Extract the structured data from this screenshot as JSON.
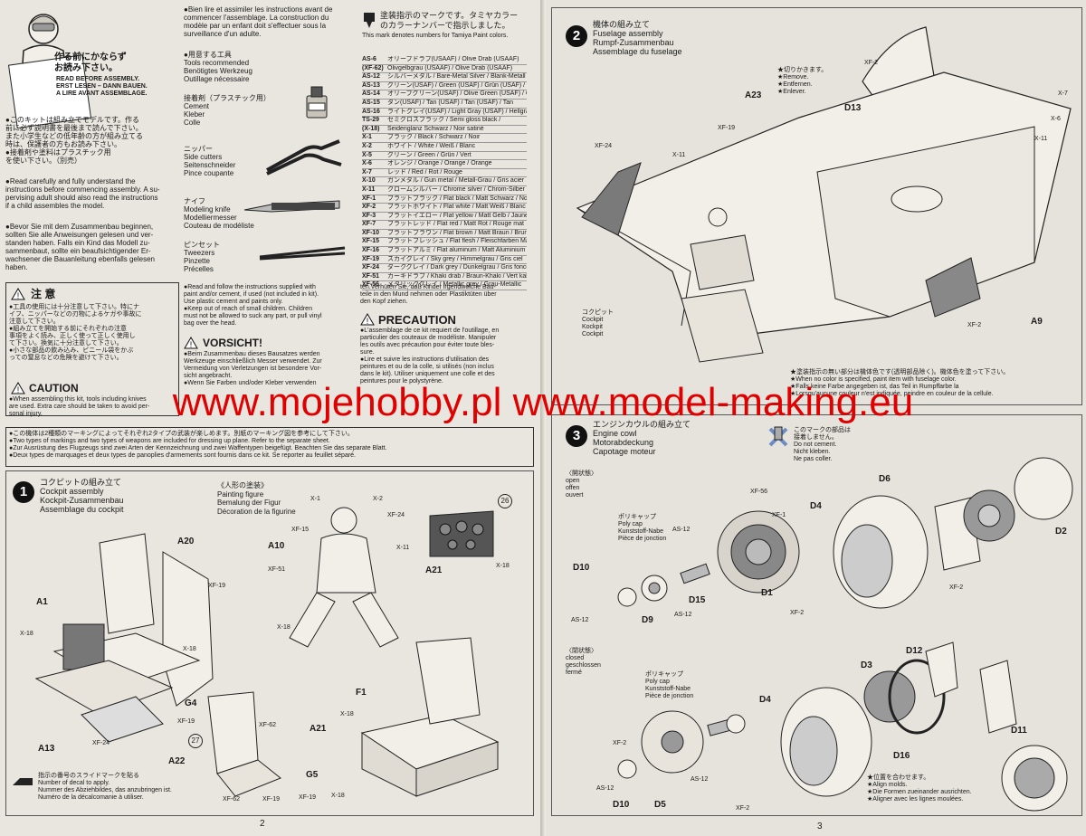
{
  "intro": {
    "jp_caption": "作る前にかならず\nお読み下さい。",
    "read_before": "READ BEFORE ASSEMBLY.\nERST LESEN – DANN BAUEN.\nA LIRE AVANT ASSEMBLAGE.",
    "jp_text": "●このキットは組み立てモデルです。作る\n前に必ず説明書を最後まで読んで下さい。\nまた小学生などの低年齢の方が組み立てる\n時は、保護者の方もお読み下さい。\n●接着剤や塗料はプラスチック用\nを使い下さい。（別売）",
    "en_text": "●Read carefully and fully understand the\ninstructions before commencing assembly. A su-\npervising adult should also read the instructions\nif a child assembles the model.",
    "de_text": "●Bevor Sie mit dem Zusammenbau beginnen,\nsollten Sie alle Anweisungen gelesen und ver-\nstanden haben. Falls ein Kind das Modell zu-\nsammenbaut, sollte ein beaufsichtigender Er-\nwachsener die Bauanleitung ebenfalls gelesen\nhaben.",
    "fr_text": "●Bien lire et assimiler les instructions avant de\ncommencer l'assemblage. La construction du\nmodèle par un enfant doit s'effectuer sous la\nsurveillance d'un adulte."
  },
  "tools": {
    "heading": "●用意する工具\nTools recommended\nBenötigtes Werkzeug\nOutillage nécessaire",
    "cement": "接着剤（プラスチック用）\nCement\nKleber\nColle",
    "cutters": "ニッパー\nSide cutters\nSeitenschneider\nPince coupante",
    "knife": "ナイフ\nModeling knife\nModelliermesser\nCouteau de modéliste",
    "tweezers": "ピンセット\nTweezers\nPinzette\nPrécelles"
  },
  "paint": {
    "heading_jp": "塗装指示のマークです。タミヤカラー\nのカラーナンバーで指示しました。",
    "heading_en": "This mark denotes numbers for Tamiya Paint colors.",
    "rows": [
      {
        "code": "AS-6",
        "name": "オリーブドラブ(USAAF) / Olive Drab (USAAF)"
      },
      {
        "code": "(XF-62)",
        "name": "Olivgelbgrau (USAAF) / Olive Drab (USAAF)"
      },
      {
        "code": "AS-12",
        "name": "シルバーメタル / Bare-Metal Silver / Blank-Metall Silber"
      },
      {
        "code": "AS-13",
        "name": "グリーン(USAF) / Green (USAF) / Grün (USAF) / Vert"
      },
      {
        "code": "AS-14",
        "name": "オリーブグリーン(USAF) / Olive Green (USAF) / Olivgrün"
      },
      {
        "code": "AS-15",
        "name": "タン(USAF) / Tan (USAF) / Tan (USAF) / Tan"
      },
      {
        "code": "AS-16",
        "name": "ライトグレイ(USAF) / Light Gray (USAF) / Hellgrau"
      },
      {
        "code": "TS-29",
        "name": "セミグロスブラック / Semi gloss black /"
      },
      {
        "code": "(X-18)",
        "name": "Seidenglanz Schwarz / Noir satiné"
      },
      {
        "code": "X-1",
        "name": "ブラック / Black / Schwarz / Noir"
      },
      {
        "code": "X-2",
        "name": "ホワイト / White / Weiß / Blanc"
      },
      {
        "code": "X-5",
        "name": "グリーン / Green / Grün / Vert"
      },
      {
        "code": "X-6",
        "name": "オレンジ / Orange / Orange / Orange"
      },
      {
        "code": "X-7",
        "name": "レッド / Red / Rot / Rouge"
      },
      {
        "code": "X-10",
        "name": "ガンメタル / Gun metal / Metall-Grau / Gris acier"
      },
      {
        "code": "X-11",
        "name": "クロームシルバー / Chrome silver / Chrom-Silber"
      },
      {
        "code": "XF-1",
        "name": "フラットブラック / Flat black / Matt Schwarz / Noir mat"
      },
      {
        "code": "XF-2",
        "name": "フラットホワイト / Flat white / Matt Weiß / Blanc mat"
      },
      {
        "code": "XF-3",
        "name": "フラットイエロー / Flat yellow / Matt Gelb / Jaune mat"
      },
      {
        "code": "XF-7",
        "name": "フラットレッド / Flat red / Matt Rot / Rouge mat"
      },
      {
        "code": "XF-10",
        "name": "フラットブラウン / Flat brown / Matt Braun / Brun mat"
      },
      {
        "code": "XF-15",
        "name": "フラットフレッシュ / Flat flesh / Fleischfarben Matt"
      },
      {
        "code": "XF-16",
        "name": "フラットアルミ / Flat aluminum / Matt Aluminium"
      },
      {
        "code": "XF-19",
        "name": "スカイグレイ / Sky grey / Himmelgrau / Gris ciel"
      },
      {
        "code": "XF-24",
        "name": "ダークグレイ / Dark grey / Dunkelgrau / Gris foncé"
      },
      {
        "code": "XF-51",
        "name": "カーキドラブ / Khaki drab / Braun-Khaki / Vert kaki"
      },
      {
        "code": "XF-56",
        "name": "メタリックグレイ / Metallic grey / Grau-Metallic"
      }
    ]
  },
  "caution": {
    "jp_title": "注 意",
    "jp_text": "●工具の使用には十分注意して下さい。特にナ\nイフ、ニッパーなどの刃物によるケガや事故に\n注意して下さい。\n●組み立てを開始する前にそれぞれの注意\n事項をよく読み、正しく使って正しく使用し\nて下さい。換気に十分注意して下さい。\n●小さな部品の飲み込み、ビニール袋をかぶ\nっての窒息などの危険を避けて下さい。",
    "caution_title": "CAUTION",
    "caution_text": "●When assembling this kit, tools including knives\nare used. Extra care should be taken to avoid per-\nsonal injury.",
    "en_text": "●Read and follow the instructions supplied with\npaint and/or cement, if used (not included in kit).\nUse plastic cement and paints only.\n●Keep out of reach of small children. Children\nmust not be allowed to suck any part, or pull vinyl\nbag over the head.",
    "vorsicht_title": "VORSICHT!",
    "vorsicht_text": "●Beim Zusammenbau dieses Bausatzes werden\nWerkzeuge einschließlich Messer verwendet. Zur\nVermeidung von Verletzungen ist besondere Vor-\nsicht angebracht.\n●Wenn Sie Farben und/oder Kleber verwenden",
    "de_text": "ten.Verhüten Sie, daß Kinder irgendwelche Bau-\nteile in den Mund nehmen oder Plastiktüten über\nden Kopf ziehen.",
    "precaution_title": "PRECAUTION",
    "precaution_text": "●L'assemblage de ce kit requiert de l'outillage, en\nparticulier des couteaux de modéliste. Manipuler\nles outils avec précaution pour éviter toute bles-\nsure.\n●Lire et suivre les instructions d'utilisation des\npeintures et ou de la colle, si utilisés (non inclus\ndans le kit). Utiliser uniquement une colle et des\npeintures pour le polystyrène."
  },
  "markings_note": "●この機体は2種類のマーキングによってそれぞれ2タイプの武装が楽しめます。別紙のマーキング図を参考にして下さい。\n●Two types of markings and two types of weapons are included for dressing up plane. Refer to the separate sheet.\n●Zur Ausrüstung des Flugzeugs sind zwei Arten der Kennzeichnung und zwei Waffentypen beigefügt. Beachten Sie das separate Blatt.\n●Deux types de marquages et deux types de panoplies d'armements sont fournis dans ce kit. Se reporter au feuillet séparé.",
  "step1": {
    "number": "1",
    "title": "コクピットの組み立て\nCockpit assembly\nKockpit-Zusammenbau\nAssemblage du cockpit",
    "figure_title": "《人形の塗装》\nPainting figure\nBemalung der Figur\nDécoration de la figurine",
    "parts": [
      "A20",
      "A1",
      "A13",
      "A10",
      "A21",
      "G4",
      "A22",
      "F1",
      "A21",
      "G5"
    ],
    "callouts": [
      "XF-19",
      "X-18",
      "X-18",
      "XF-24",
      "X-1",
      "X-2",
      "XF-24",
      "XF-15",
      "X-11",
      "XF-51",
      "X-18",
      "X-18",
      "XF-62",
      "XF-19",
      "XF-62",
      "XF-19",
      "XF-19",
      "X-18",
      "X-18"
    ],
    "decal_ref_a": "26",
    "decal_ref_b": "27",
    "decal_note": "指示の番号のスライドマークを貼る\nNumber of decal to apply.\nNummer des Abziehbildes, das anzubringen ist.\nNuméro de la décalcomanie à utiliser."
  },
  "step2": {
    "number": "2",
    "title": "機体の組み立て\nFuselage assembly\nRumpf-Zusammenbau\nAssemblage du fuselage",
    "remove_note": "★切りかきます。\n★Remove.\n★Entfernen.\n★Enlever.",
    "parts": [
      "A23",
      "D13",
      "A9"
    ],
    "callouts": [
      "XF-2",
      "X-7",
      "X-6",
      "X-11",
      "X-11",
      "XF-19",
      "XF-24",
      "XF-2"
    ],
    "cockpit_label": "コクピット\nCockpit\nKockpit\nCockpit",
    "color_note": "★塗装指示の無い部分は機体色です(透明部品除く)。機体色を塗って下さい。\n★When no color is specified, paint item  with fuselage color.\n★Falls keine Farbe angegeben ist, das Teil in Rumpffarbe la\n★Lorsqu'aucune couleur n'est indiquée, peindre en couleur de la cellule."
  },
  "step3": {
    "number": "3",
    "title": "エンジンカウルの組み立て\nEngine cowl\nMotorabdeckung\nCapotage moteur",
    "nocement": "このマークの部品は\n接着しません。\nDo not cement.\nNicht kleben.\nNe pas coller.",
    "open_label": "〈開状態〉\nopen\noffen\nouvert",
    "closed_label": "〈閉状態〉\nclosed\ngeschlossen\nfermé",
    "polycap": "ポリキャップ\nPoly cap\nKunststoff-Nabe\nPièce de jonction",
    "parts_open": [
      "D6",
      "D4",
      "D2",
      "D10",
      "D9",
      "D15",
      "D1"
    ],
    "callouts_open": [
      "AS-12",
      "XF-56",
      "XF-1",
      "AS-12",
      "AS-12",
      "XF-2",
      "XF-2"
    ],
    "parts_closed": [
      "D12",
      "D3",
      "D4",
      "D11",
      "D16",
      "D10",
      "D5"
    ],
    "callouts_closed": [
      "XF-2",
      "AS-12",
      "AS-12",
      "XF-2"
    ],
    "align_note": "★位置を合わせます。\n★Align molds.\n★Die Formen zueinander ausrichten.\n★Aligner avec les lignes moulées."
  },
  "watermark": "www.mojehobby.pl www.model-making.eu",
  "page_left": "2",
  "page_right": "3"
}
